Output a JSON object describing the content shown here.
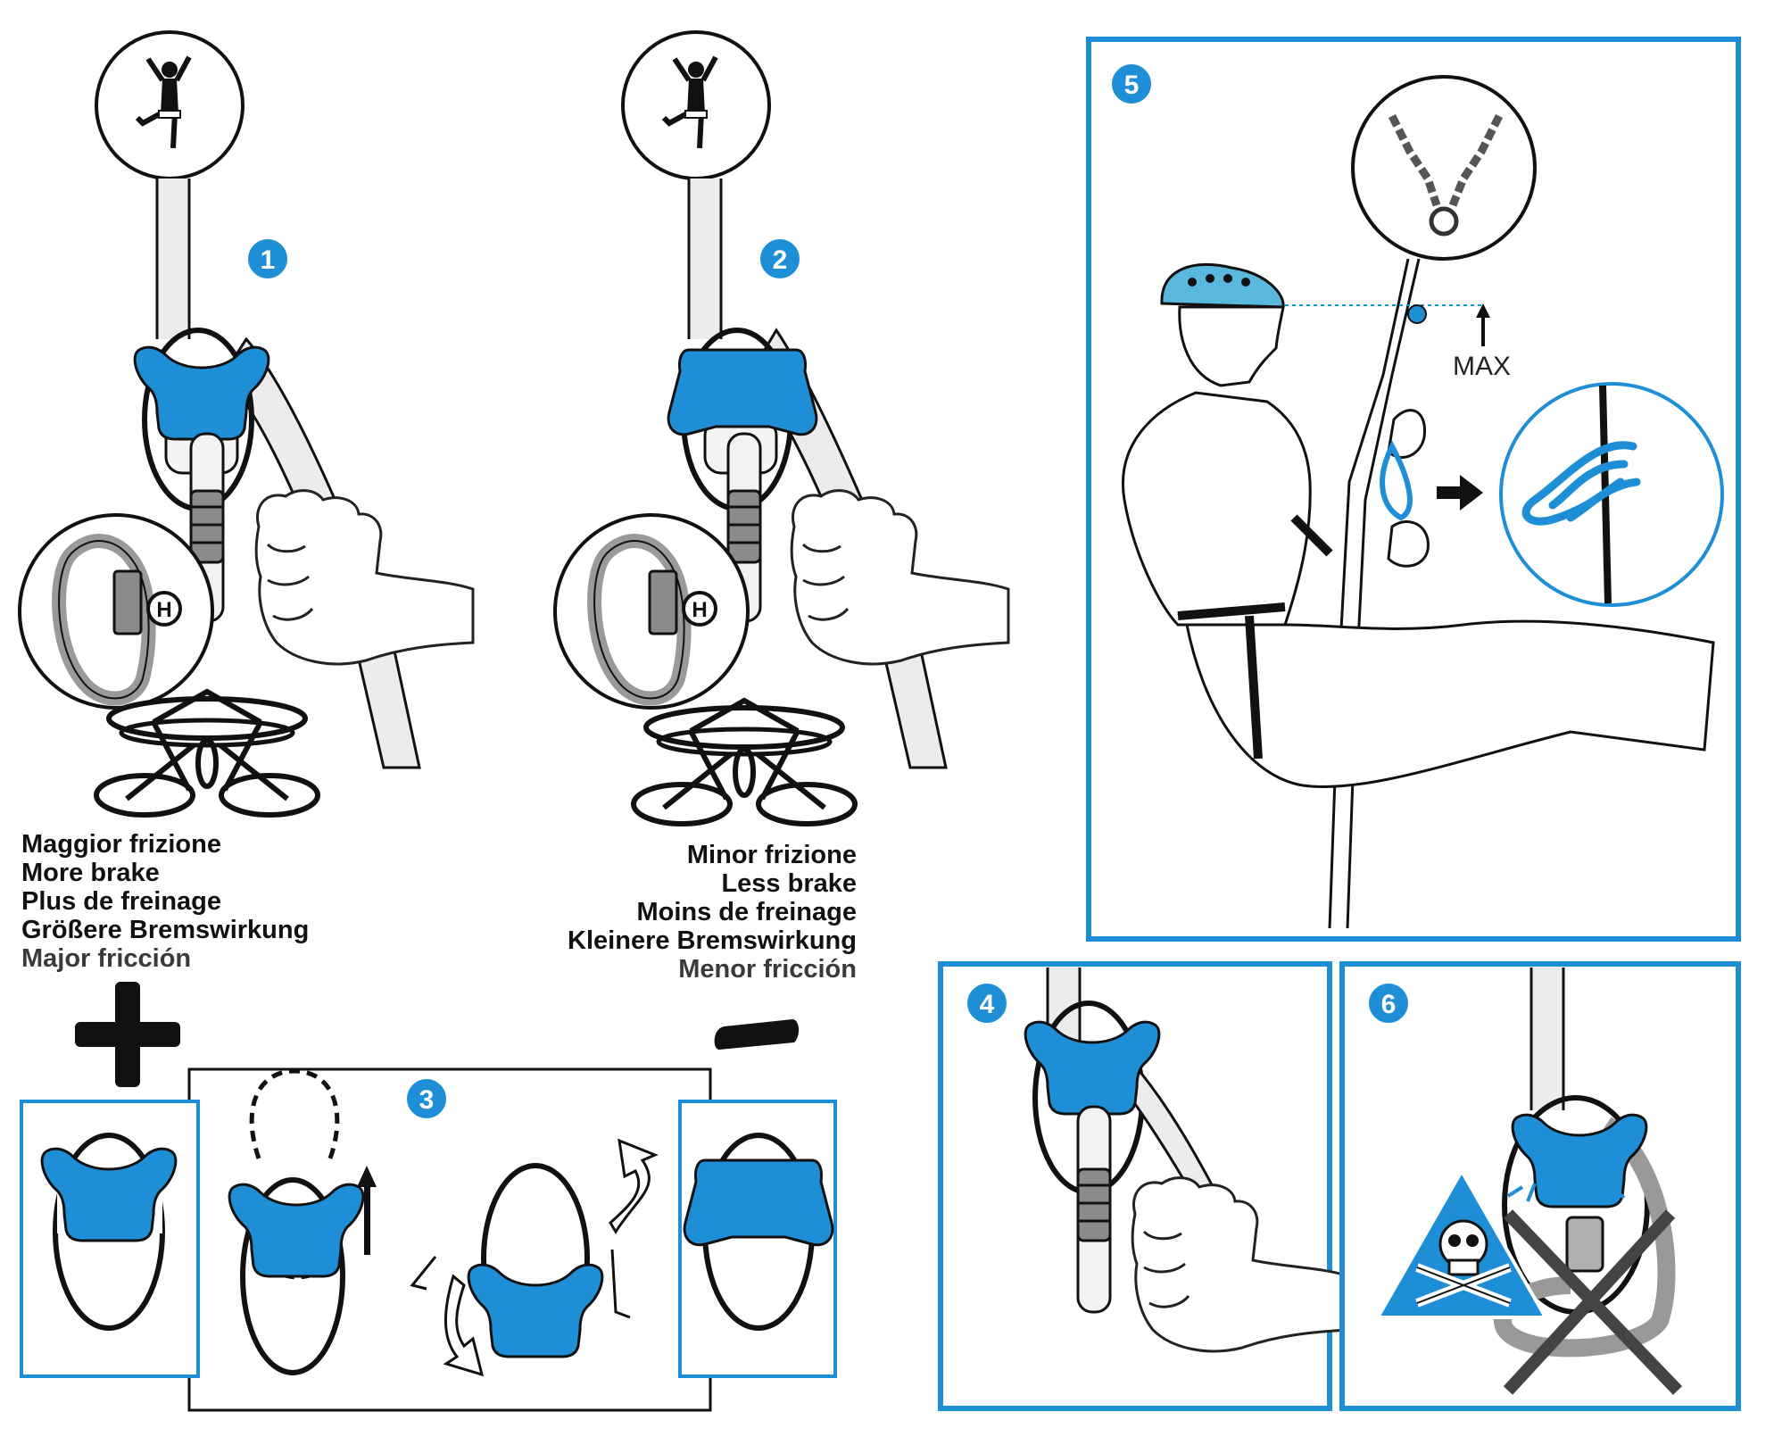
{
  "colors": {
    "accent": "#1e8fd6",
    "ink": "#111111",
    "rope_fill": "#ececec",
    "frame_border": "#1e8fd6"
  },
  "steps": [
    {
      "number": "1"
    },
    {
      "number": "2"
    },
    {
      "number": "3"
    },
    {
      "number": "4"
    },
    {
      "number": "5"
    },
    {
      "number": "6"
    }
  ],
  "step1": {
    "carabiner_label": "H",
    "lines": [
      "Maggior frizione",
      "More brake",
      "Plus de freinage",
      "Größere Bremswirkung",
      "Major fricción"
    ]
  },
  "step2": {
    "carabiner_label": "H",
    "lines": [
      "Minor frizione",
      "Less brake",
      "Moins de freinage",
      "Kleinere Bremswirkung",
      "Menor fricción"
    ]
  },
  "step5": {
    "max_label": "MAX"
  },
  "icons": {
    "plus": "plus-sign-icon",
    "minus": "minus-sign-icon",
    "danger": "skull-warning-icon",
    "cross": "cross-out-icon",
    "arrow": "arrow-right-icon"
  }
}
